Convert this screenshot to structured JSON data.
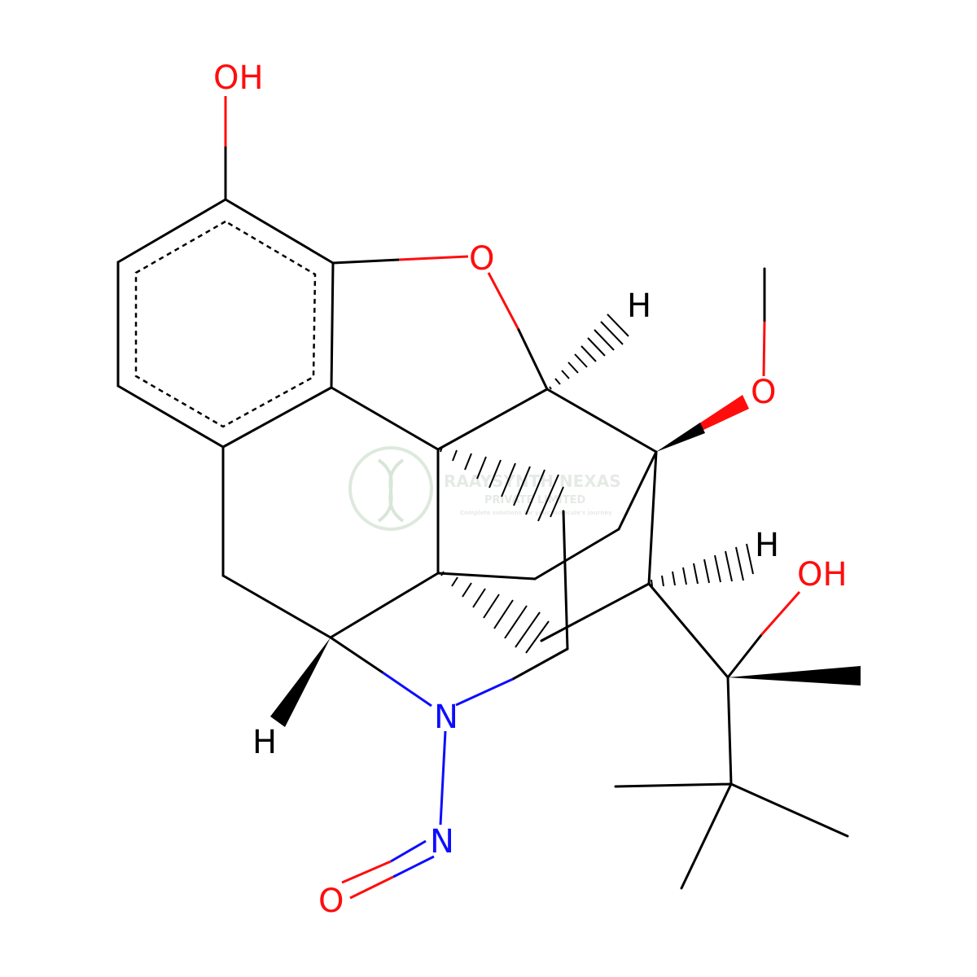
{
  "colors": {
    "carbon": "#000000",
    "oxygen": "#ff0d0d",
    "nitrogen": "#0d0dff",
    "watermark": "#c9d8c9"
  },
  "labels": {
    "oh_top": "OH",
    "o_ring": "O",
    "h_top": "H",
    "o_methoxy": "O",
    "h_right": "H",
    "oh_right": "OH",
    "n_ring": "N",
    "h_bottom": "H",
    "n_nitroso": "N",
    "o_nitroso": "O"
  },
  "watermark": {
    "line1": "RAAYSYNTH NEXAS",
    "line2": "PRIVATE LIMITED",
    "line3": "Complete solutions for your molecule's journey"
  }
}
